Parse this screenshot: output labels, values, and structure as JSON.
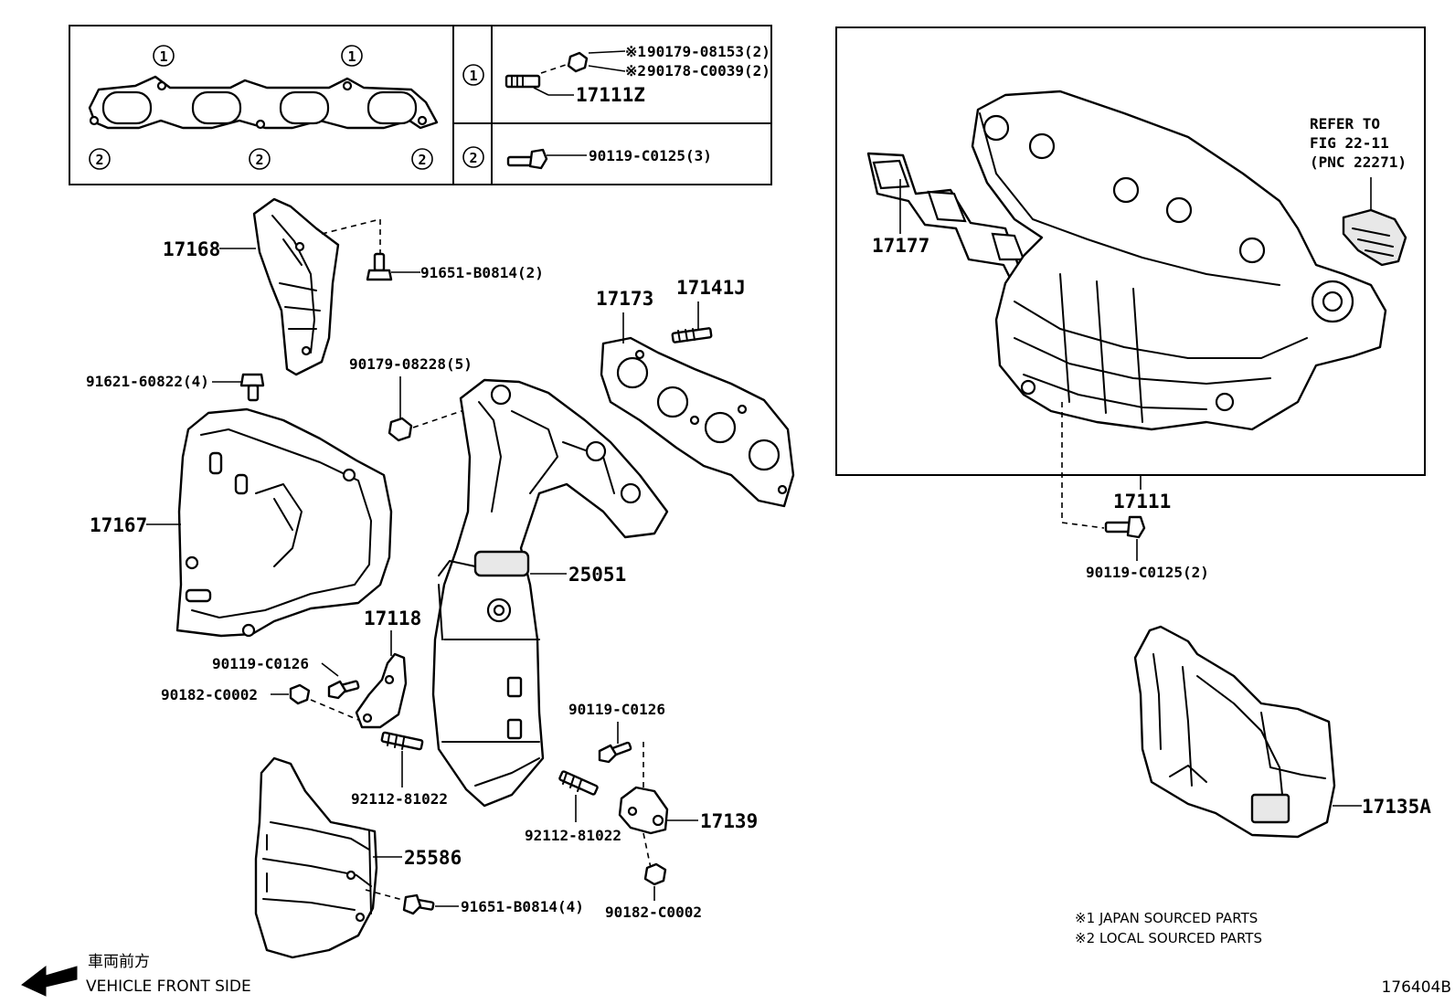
{
  "legend_box": {
    "marker_1": "1",
    "marker_2": "2",
    "row1": {
      "marker": "1",
      "note1_mark": "※1",
      "note1_part": "90179-08153(2)",
      "note2_mark": "※2",
      "note2_part": "90178-C0039(2)",
      "stud_part": "17111Z"
    },
    "row2": {
      "marker": "2",
      "bolt_part": "90119-C0125(3)"
    }
  },
  "labels": {
    "p17168": "17168",
    "p91651_b0814_2": "91651-B0814(2)",
    "p91621_60822_4": "91621-60822(4)",
    "p90179_08228_5": "90179-08228(5)",
    "p17173": "17173",
    "p17141j": "17141J",
    "p17167": "17167",
    "p25051": "25051",
    "p17118": "17118",
    "p90119_c0126_a": "90119-C0126",
    "p90182_c0002_a": "90182-C0002",
    "p92112_81022_a": "92112-81022",
    "p90119_c0126_b": "90119-C0126",
    "p17139": "17139",
    "p92112_81022_b": "92112-81022",
    "p25586": "25586",
    "p91651_b0814_4": "91651-B0814(4)",
    "p90182_c0002_b": "90182-C0002",
    "p17177": "17177",
    "refer_line1": "REFER TO",
    "refer_line2": "FIG 22-11",
    "refer_line3": "(PNC 22271)",
    "p17111": "17111",
    "p90119_c0125_2": "90119-C0125(2)",
    "p17135a": "17135A"
  },
  "notes": {
    "note1": "※1 JAPAN SOURCED PARTS",
    "note2": "※2 LOCAL SOURCED PARTS"
  },
  "direction": {
    "japanese": "車両前方",
    "english": "VEHICLE FRONT SIDE"
  },
  "figure_id": "176404B"
}
